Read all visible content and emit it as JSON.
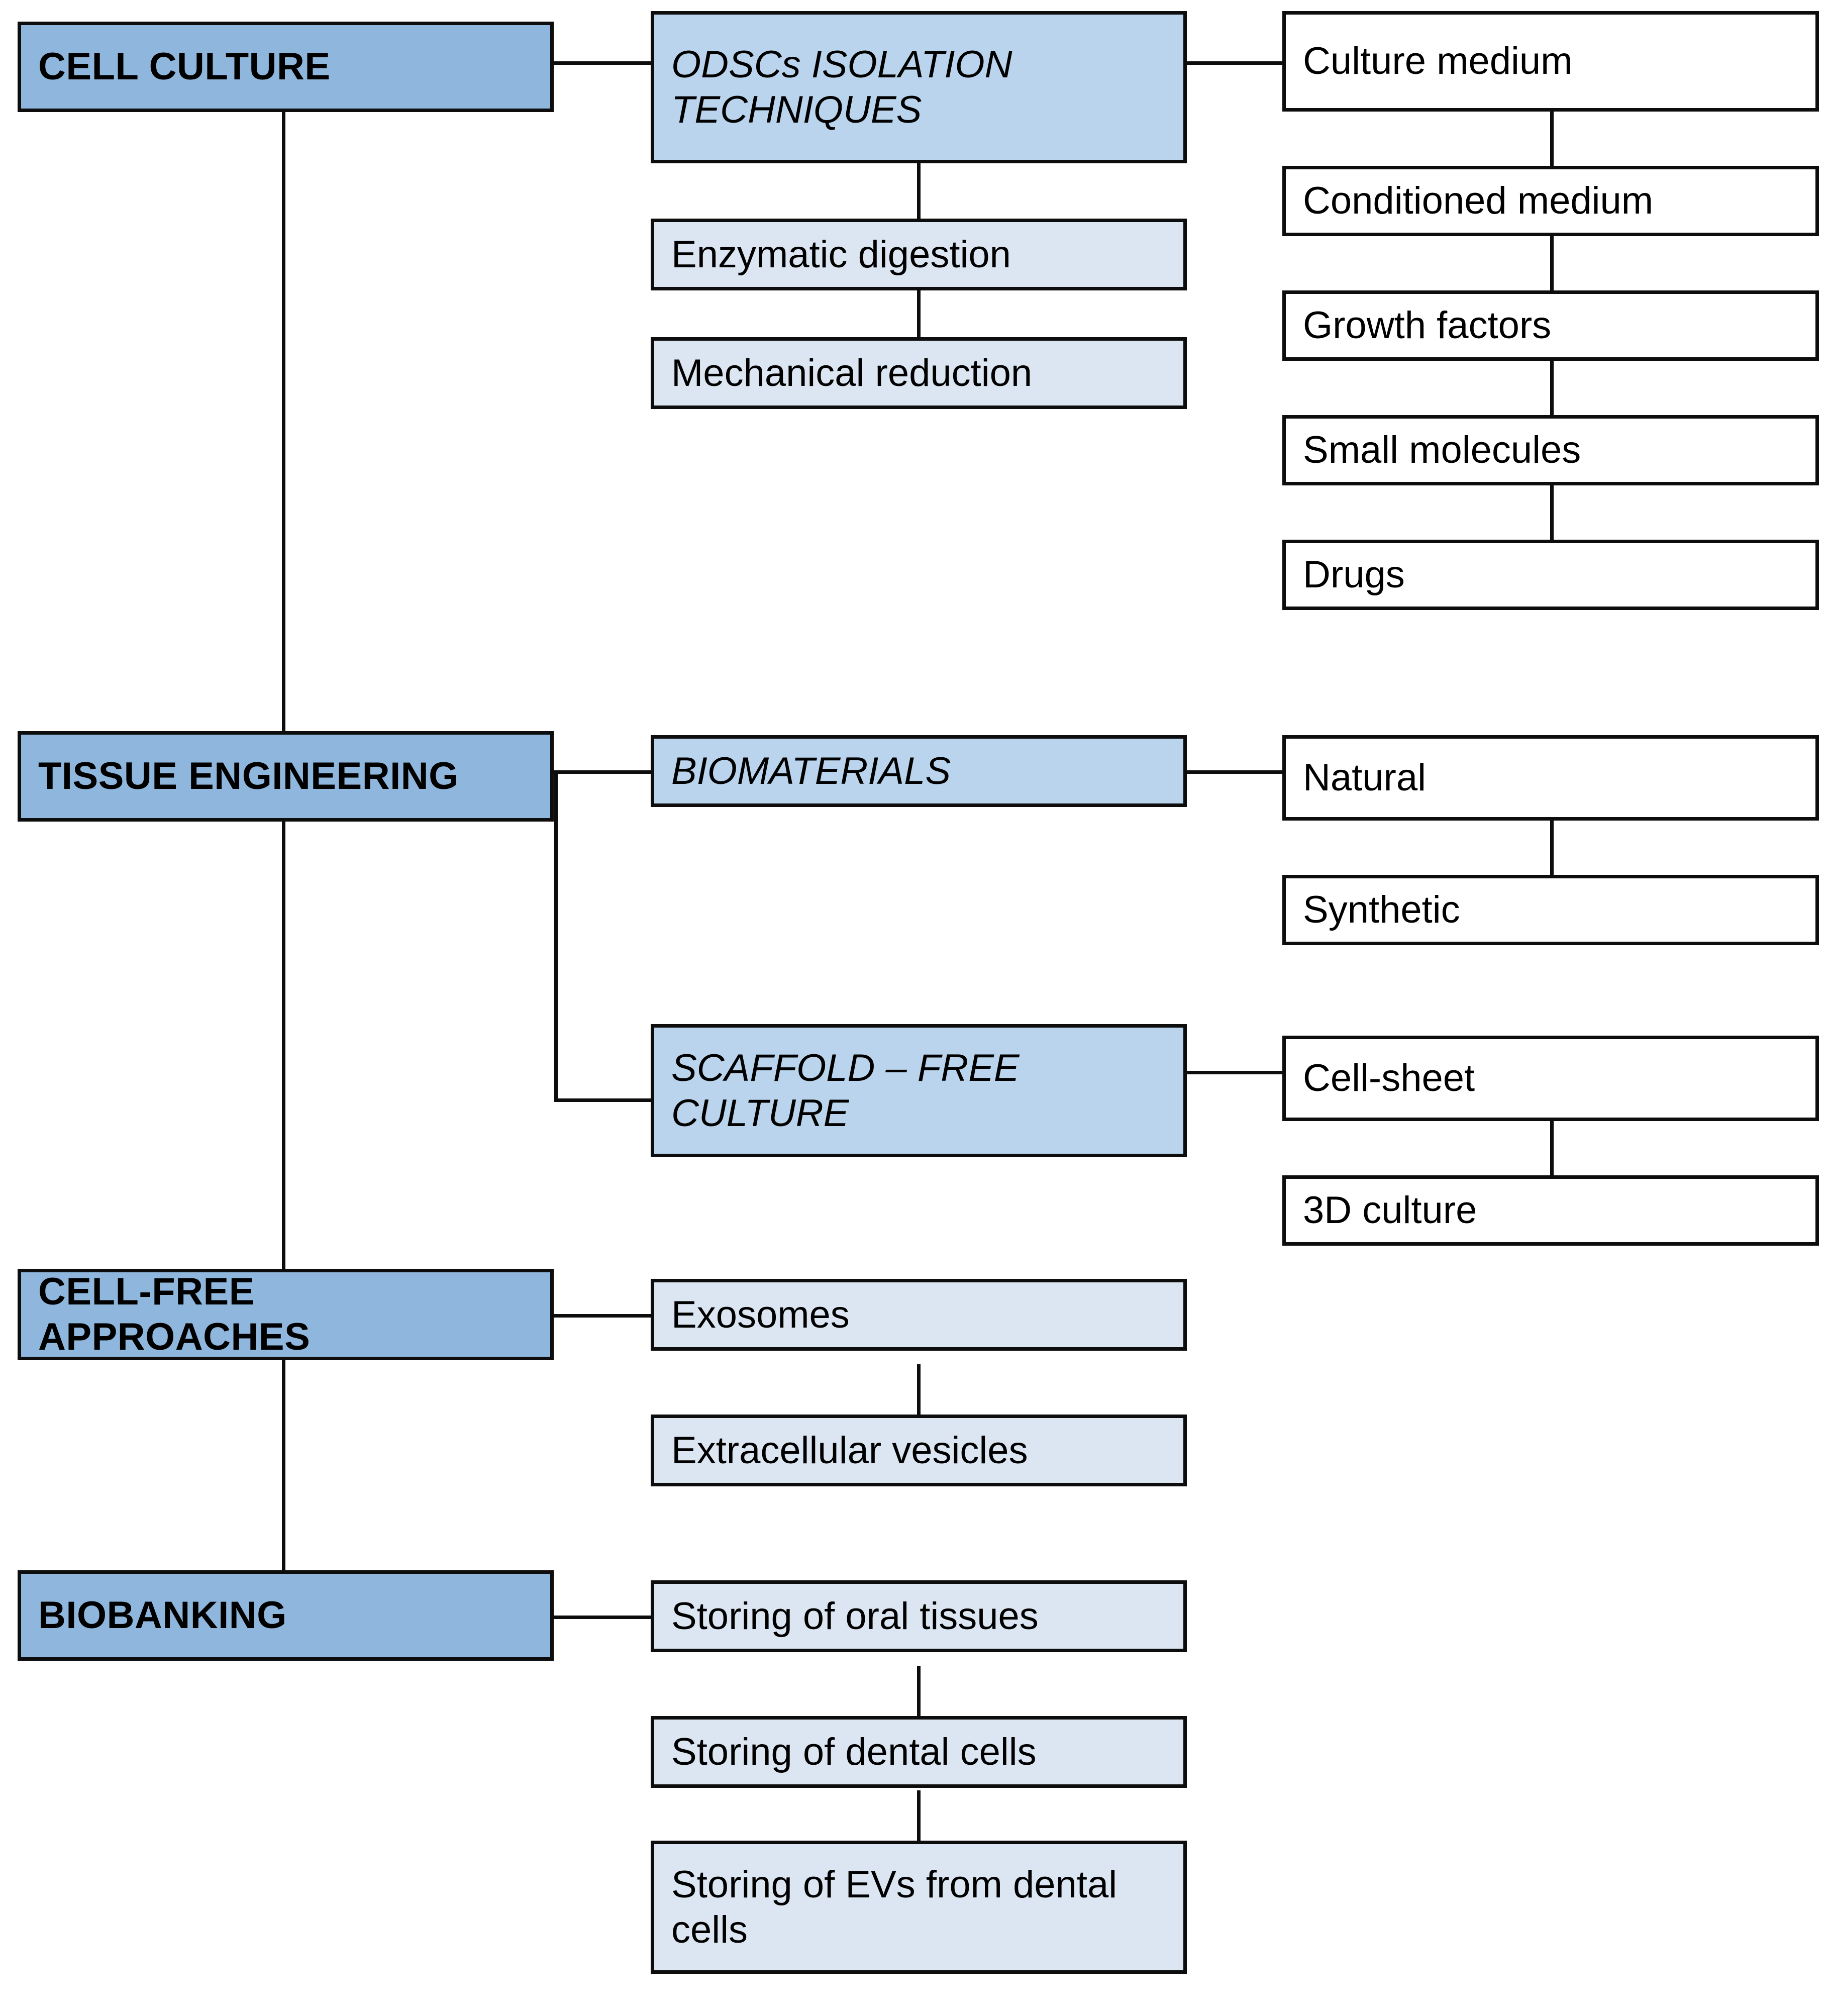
{
  "diagram": {
    "title": "Oral and dental stem cell research workflow",
    "colors": {
      "level1_fill": "#8fb7dd",
      "level2_header_fill": "#b9d4ec",
      "level2_fill": "#dbe6f2",
      "level3_fill": "#ffffff",
      "stroke": "#0d0d0d",
      "background": "#ffffff"
    },
    "branches": [
      {
        "id": "cell-culture",
        "label": "CELL CULTURE",
        "children": [
          {
            "id": "odscs-isolation-techniques",
            "label": "ODSCs ISOLATION TECHNIQUES",
            "style": "header-italic",
            "siblings": [
              {
                "id": "enzymatic-digestion",
                "label": "Enzymatic digestion"
              },
              {
                "id": "mechanical-reduction",
                "label": "Mechanical reduction"
              }
            ],
            "details": [
              {
                "id": "culture-medium",
                "label": "Culture medium"
              },
              {
                "id": "conditioned-medium",
                "label": "Conditioned medium"
              },
              {
                "id": "growth-factors",
                "label": "Growth factors"
              },
              {
                "id": "small-molecules",
                "label": "Small molecules"
              },
              {
                "id": "drugs",
                "label": "Drugs"
              }
            ]
          }
        ]
      },
      {
        "id": "tissue-engineering",
        "label": "TISSUE ENGINEERING",
        "children": [
          {
            "id": "biomaterials",
            "label": "BIOMATERIALS",
            "style": "header-italic",
            "details": [
              {
                "id": "natural",
                "label": "Natural"
              },
              {
                "id": "synthetic",
                "label": "Synthetic"
              }
            ]
          },
          {
            "id": "scaffold-free-culture",
            "label": "SCAFFOLD – FREE CULTURE",
            "style": "header-italic",
            "details": [
              {
                "id": "cell-sheet",
                "label": "Cell-sheet"
              },
              {
                "id": "3d-culture",
                "label": "3D culture"
              }
            ]
          }
        ]
      },
      {
        "id": "cell-free-approaches",
        "label": "CELL-FREE APPROACHES",
        "children": [
          {
            "id": "exosomes",
            "label": "Exosomes",
            "style": "plain",
            "siblings": [
              {
                "id": "extracellular-vesicles",
                "label": "Extracellular vesicles"
              }
            ]
          }
        ]
      },
      {
        "id": "biobanking",
        "label": "BIOBANKING",
        "children": [
          {
            "id": "storing-of-oral-tissues",
            "label": "Storing of oral tissues",
            "style": "plain",
            "siblings": [
              {
                "id": "storing-of-dental-cells",
                "label": "Storing of dental cells"
              },
              {
                "id": "storing-of-evs-from-dental-cells",
                "label": "Storing of EVs from dental cells"
              }
            ]
          }
        ]
      }
    ],
    "labels": {
      "cell_culture": "CELL CULTURE",
      "tissue_engineering": "TISSUE ENGINEERING",
      "cell_free_approaches": "CELL-FREE APPROACHES",
      "biobanking": "BIOBANKING",
      "odscs_isolation_techniques": "ODSCs ISOLATION TECHNIQUES",
      "enzymatic_digestion": "Enzymatic digestion",
      "mechanical_reduction": "Mechanical reduction",
      "culture_medium": "Culture medium",
      "conditioned_medium": "Conditioned medium",
      "growth_factors": "Growth factors",
      "small_molecules": "Small molecules",
      "drugs": "Drugs",
      "biomaterials": "BIOMATERIALS",
      "natural": "Natural",
      "synthetic": "Synthetic",
      "scaffold_free_culture": "SCAFFOLD – FREE CULTURE",
      "cell_sheet": "Cell-sheet",
      "3d_culture": "3D culture",
      "exosomes": "Exosomes",
      "extracellular_vesicles": "Extracellular vesicles",
      "storing_of_oral_tissues": "Storing of oral tissues",
      "storing_of_dental_cells": "Storing of dental cells",
      "storing_of_evs_from_dental_cells": "Storing of EVs from dental cells"
    }
  }
}
